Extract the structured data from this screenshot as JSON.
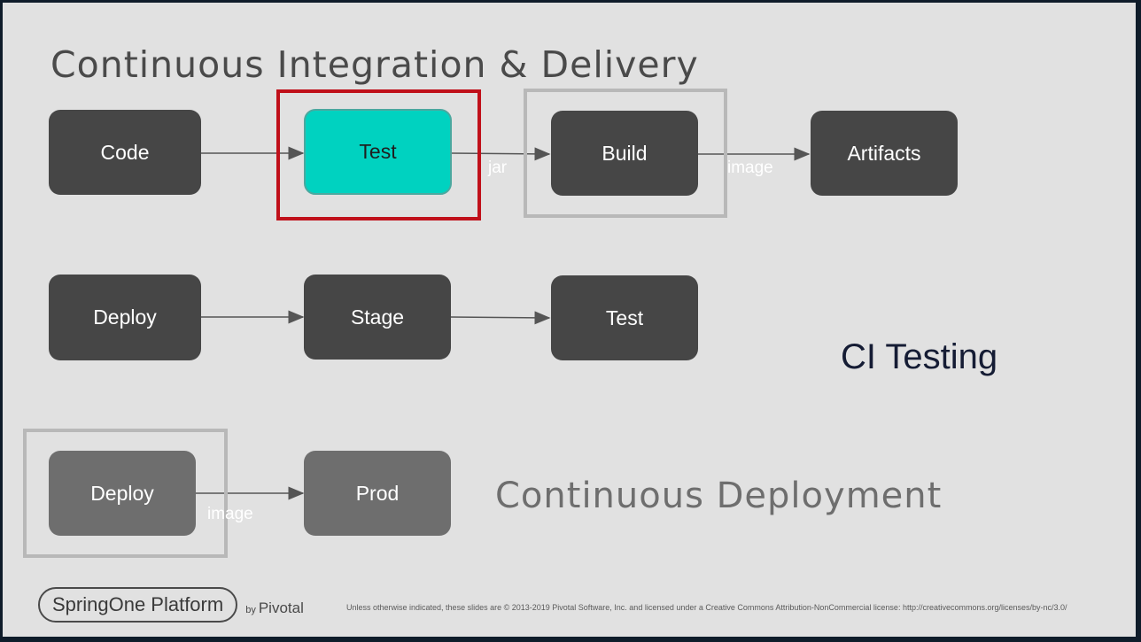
{
  "slide": {
    "title": "Continuous Integration & Delivery",
    "row1": {
      "code": "Code",
      "test": "Test",
      "build": "Build",
      "artifacts": "Artifacts",
      "label_jar": "jar",
      "label_image": "image"
    },
    "row2": {
      "deploy": "Deploy",
      "stage": "Stage",
      "test": "Test"
    },
    "row3": {
      "deploy": "Deploy",
      "prod": "Prod",
      "label_image": "image"
    },
    "ci_testing": "CI Testing",
    "continuous_deployment": "Continuous Deployment",
    "logo": {
      "name": "SpringOne Platform",
      "by": "by",
      "company": "Pivotal"
    },
    "footer": "Unless otherwise indicated, these slides are © 2013-2019 Pivotal Software, Inc. and licensed under a Creative Commons Attribution-NonCommercial license: http://creativecommons.org/licenses/by-nc/3.0/"
  },
  "colors": {
    "background": "#e1e1e1",
    "frame": "#0f1c2a",
    "box_dark": "#464646",
    "box_mid": "#6e6e6e",
    "test_highlight": "#00d2c0",
    "red_outline": "#c0101a",
    "grey_outline": "#b8b8b8"
  }
}
